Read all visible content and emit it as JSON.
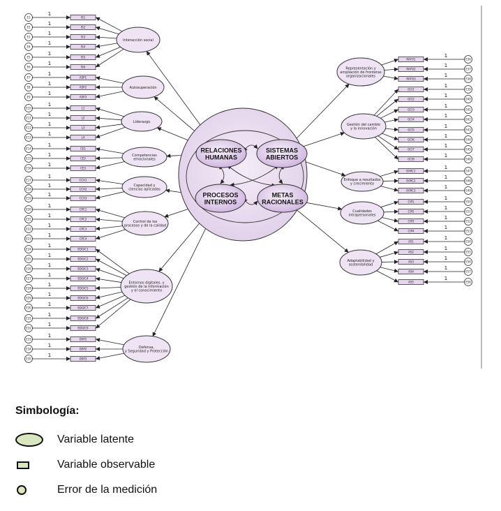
{
  "core": {
    "labels": [
      [
        "RELACIONES",
        "HUMANAS"
      ],
      [
        "SISTEMAS",
        "ABIERTOS"
      ],
      [
        "PROCESOS",
        "INTERNOS"
      ],
      [
        "METAS",
        "RACIONALES"
      ]
    ]
  },
  "left_groups": [
    {
      "factor": [
        "Interacción social"
      ],
      "indicators": [
        "IS1",
        "IS2",
        "IS3",
        "IS4",
        "IS5",
        "IS6"
      ],
      "errors": [
        "E1",
        "E2",
        "E3",
        "E4",
        "E5",
        "E6"
      ]
    },
    {
      "factor": [
        "Autosuperación"
      ],
      "indicators": [
        "ASP1",
        "ASP2",
        "ASP3"
      ],
      "errors": [
        "E7",
        "E8",
        "E9"
      ]
    },
    {
      "factor": [
        "Liderazgo"
      ],
      "indicators": [
        "L1",
        "L2",
        "L3",
        "L4"
      ],
      "errors": [
        "E10",
        "E11",
        "E12",
        "E13"
      ]
    },
    {
      "factor": [
        "Competencias",
        "emocionales"
      ],
      "indicators": [
        "CE1",
        "CE2",
        "CE3"
      ],
      "errors": [
        "E14",
        "E15",
        "E16"
      ]
    },
    {
      "factor": [
        "Capacidad y",
        "ciencias aplicadas"
      ],
      "indicators": [
        "CCA1",
        "CCA2",
        "CCA3"
      ],
      "errors": [
        "E17",
        "E18",
        "E19"
      ]
    },
    {
      "factor": [
        "Control de los",
        "procesos y de la calidad"
      ],
      "indicators": [
        "CPC1",
        "CPC2",
        "CPC3",
        "CPC4"
      ],
      "errors": [
        "E20",
        "E21",
        "E22",
        "E23"
      ]
    },
    {
      "factor": [
        "Entornos digitales, y",
        "gestión de la información",
        "y el conocimiento"
      ],
      "indicators": [
        "EDGIC1",
        "EDGIC2",
        "EDGIC3",
        "EDGIC4",
        "EDGIC5",
        "EDGIC6",
        "EDGIC7",
        "EDGIC8",
        "EDGIC9"
      ],
      "errors": [
        "E24",
        "E25",
        "E26",
        "E27",
        "E28",
        "E29",
        "E30",
        "E31",
        "E32"
      ]
    },
    {
      "factor": [
        "Defensa,",
        "y Seguridad y Protección"
      ],
      "indicators": [
        "DSP1",
        "DSP2",
        "DSP3"
      ],
      "errors": [
        "E33",
        "E34",
        "E35"
      ]
    }
  ],
  "right_groups": [
    {
      "factor": [
        "Representación y",
        "ampliación de fronteras",
        "organizacionales"
      ],
      "indicators": [
        "RAFO1",
        "RAFO2",
        "RAFO3"
      ],
      "errors": [
        "E36",
        "E37",
        "E38"
      ]
    },
    {
      "factor": [
        "Gestión del cambio",
        "y la innovación"
      ],
      "indicators": [
        "GCI1",
        "GCI2",
        "GCI3",
        "GCI4",
        "GCI5",
        "GCI6",
        "GCI7",
        "GCI8"
      ],
      "errors": [
        "E39",
        "E40",
        "E41",
        "E42",
        "E43",
        "E44",
        "E45",
        "E46"
      ]
    },
    {
      "factor": [
        "Enfoque a resultados",
        "y crecimiento"
      ],
      "indicators": [
        "EARC1",
        "EARC2",
        "EARC3"
      ],
      "errors": [
        "E47",
        "E48",
        "E49"
      ]
    },
    {
      "factor": [
        "Cualidades",
        "intrapersonales"
      ],
      "indicators": [
        "CIP1",
        "CIP2",
        "CIP3",
        "CIP4"
      ],
      "errors": [
        "E50",
        "E51",
        "E52",
        "E53"
      ]
    },
    {
      "factor": [
        "Adaptabilidad y",
        "sostenibilidad"
      ],
      "indicators": [
        "AS1",
        "AS2",
        "AS3",
        "AS4",
        "AS5"
      ],
      "errors": [
        "E54",
        "E55",
        "E56",
        "E57",
        "E58"
      ]
    }
  ],
  "path_fixed_value": "1",
  "legend": {
    "title": "Simbología:",
    "latent": "Variable latente",
    "observed": "Variable observable",
    "error": "Error de la medición",
    "colors": {
      "latent_fill": "#d9e7c0",
      "diagram_fill": "#efe4f3"
    }
  }
}
